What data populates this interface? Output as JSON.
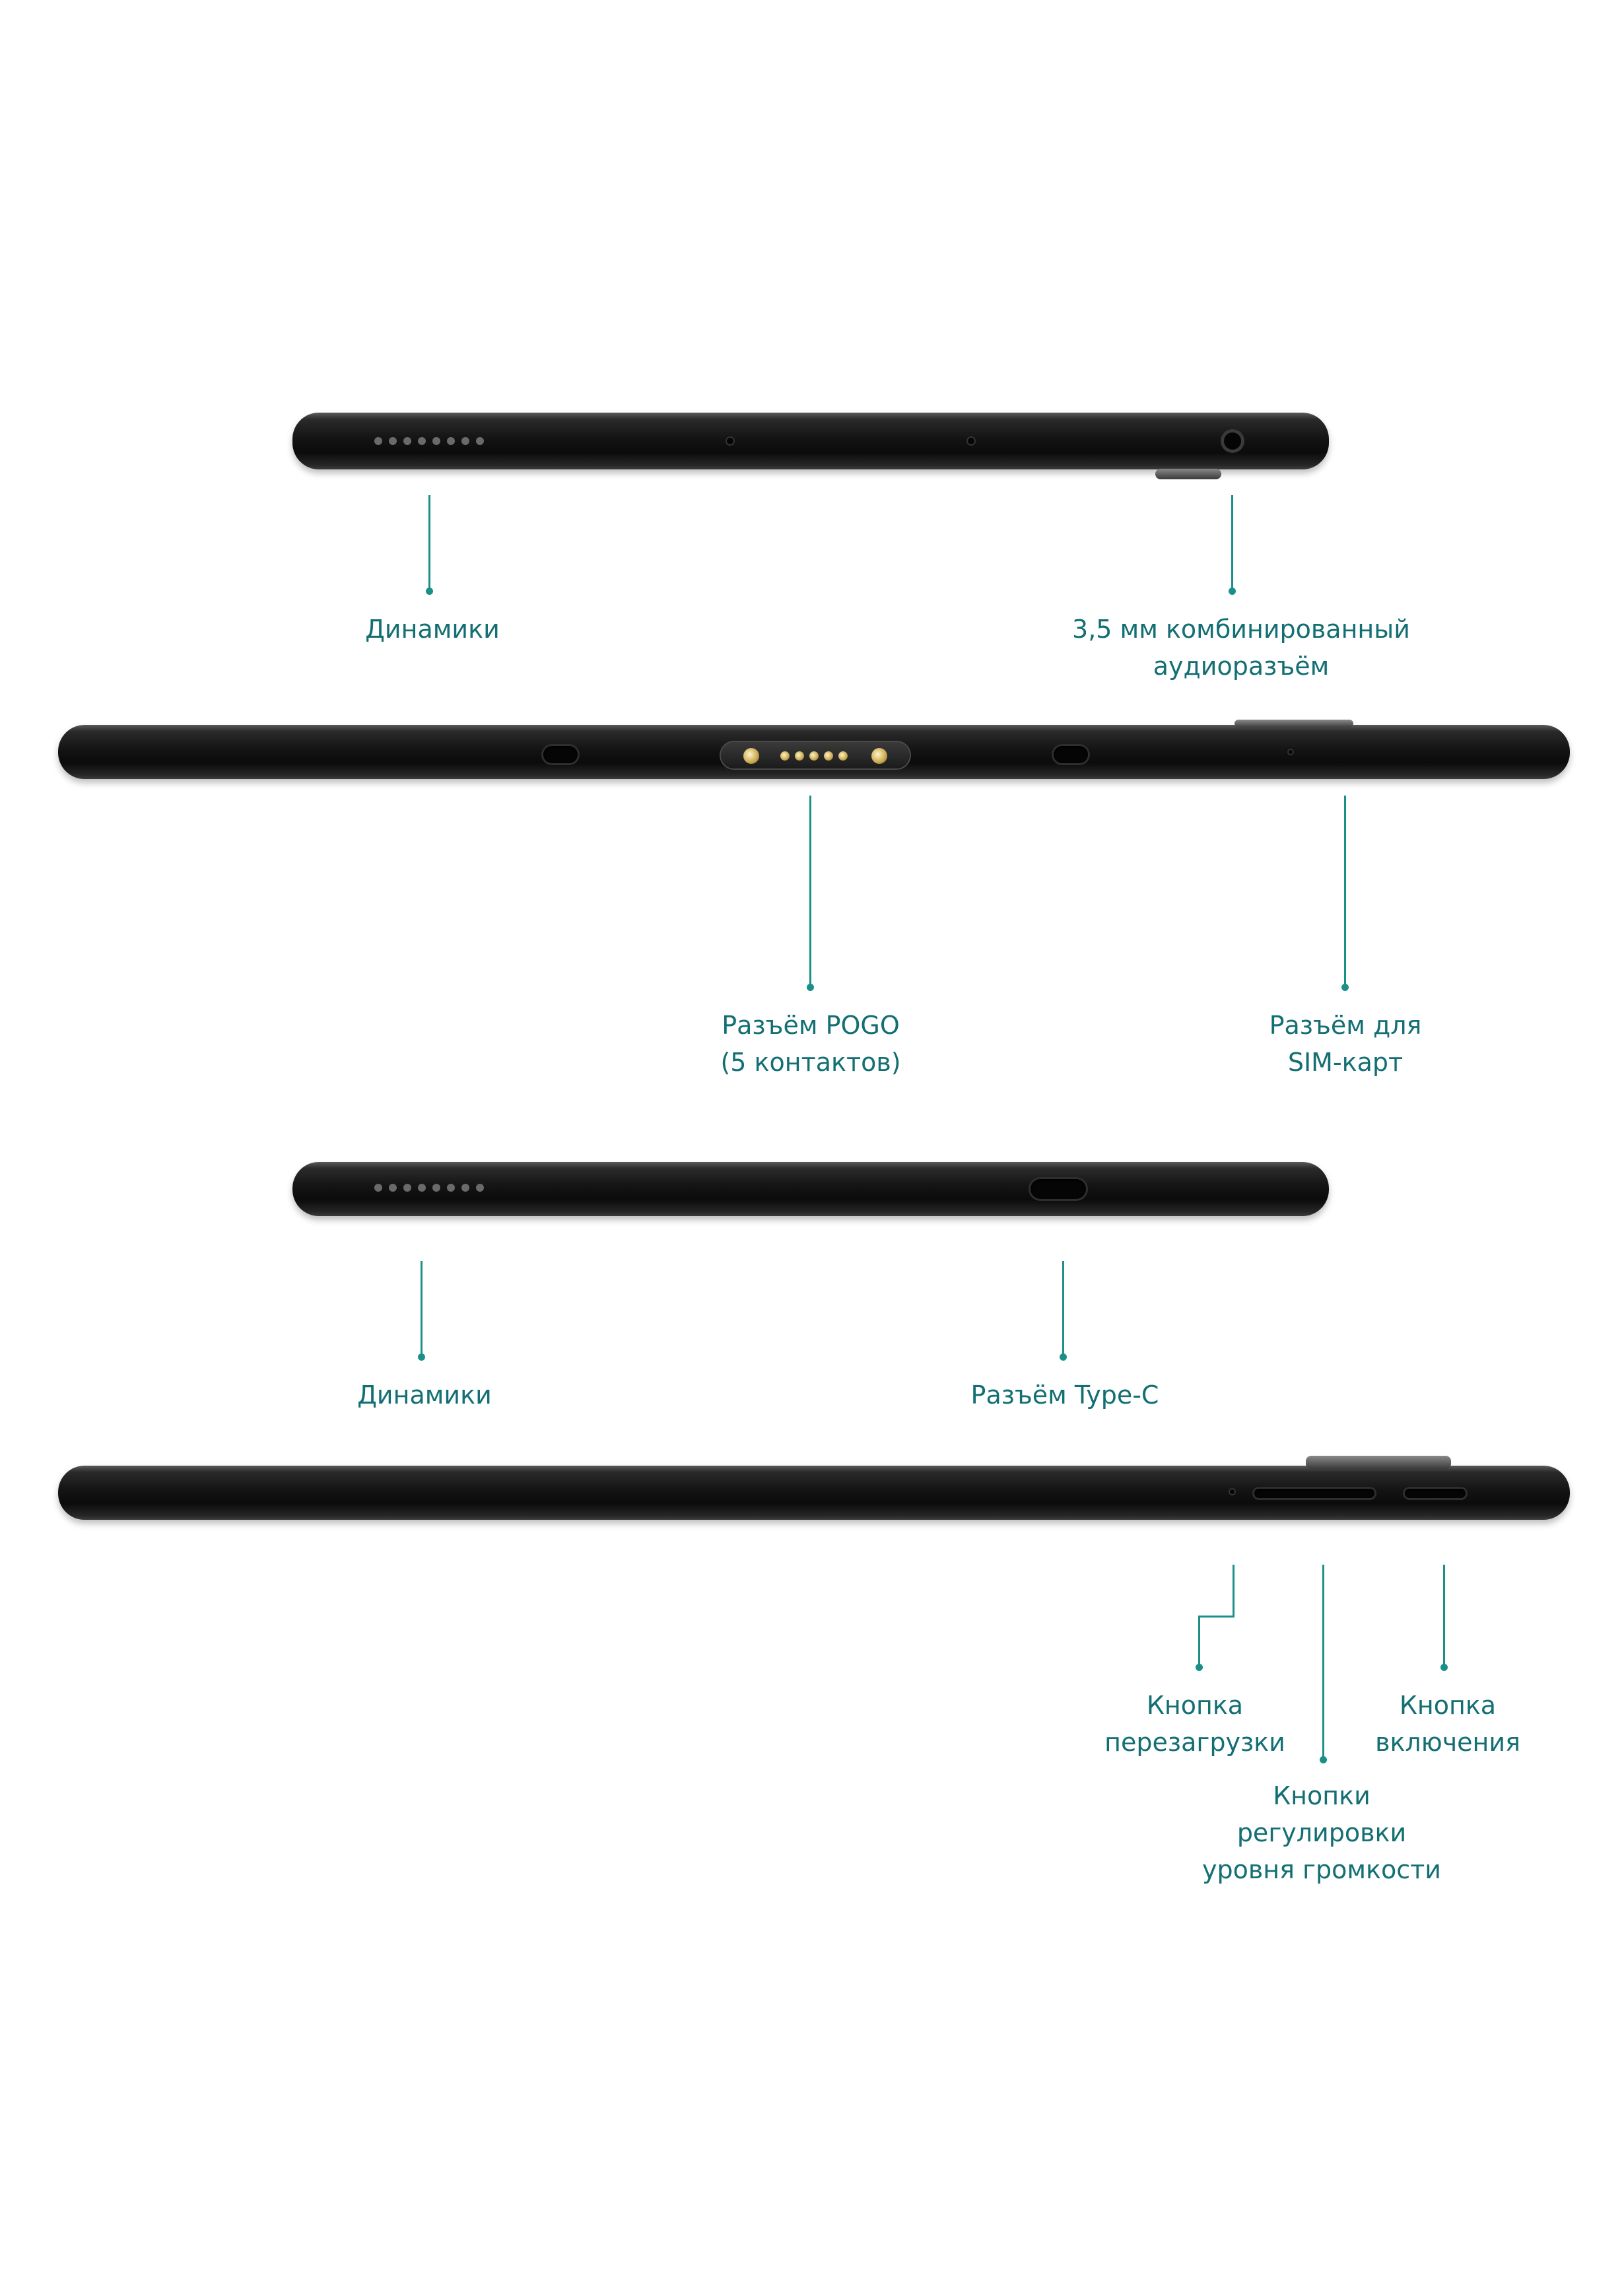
{
  "accent_color": "#136f73",
  "leader_color": "#1b8f8a",
  "views": [
    {
      "id": "top-edge",
      "callouts": [
        {
          "lines": [
            "Динамики"
          ]
        },
        {
          "lines": [
            "3,5 мм комбинированный",
            "аудиоразъём"
          ]
        }
      ]
    },
    {
      "id": "keyboard-edge",
      "callouts": [
        {
          "lines": [
            "Разъём POGO",
            "(5 контактов)"
          ]
        },
        {
          "lines": [
            "Разъём для",
            "SIM-карт"
          ]
        }
      ]
    },
    {
      "id": "bottom-edge",
      "callouts": [
        {
          "lines": [
            "Динамики"
          ]
        },
        {
          "lines": [
            "Разъём Type-C"
          ]
        }
      ]
    },
    {
      "id": "side-edge",
      "callouts": [
        {
          "lines": [
            "Кнопка",
            "перезагрузки"
          ]
        },
        {
          "lines": [
            "Кнопки",
            "регулировки",
            "уровня громкости"
          ]
        },
        {
          "lines": [
            "Кнопка",
            "включения"
          ]
        }
      ]
    }
  ]
}
